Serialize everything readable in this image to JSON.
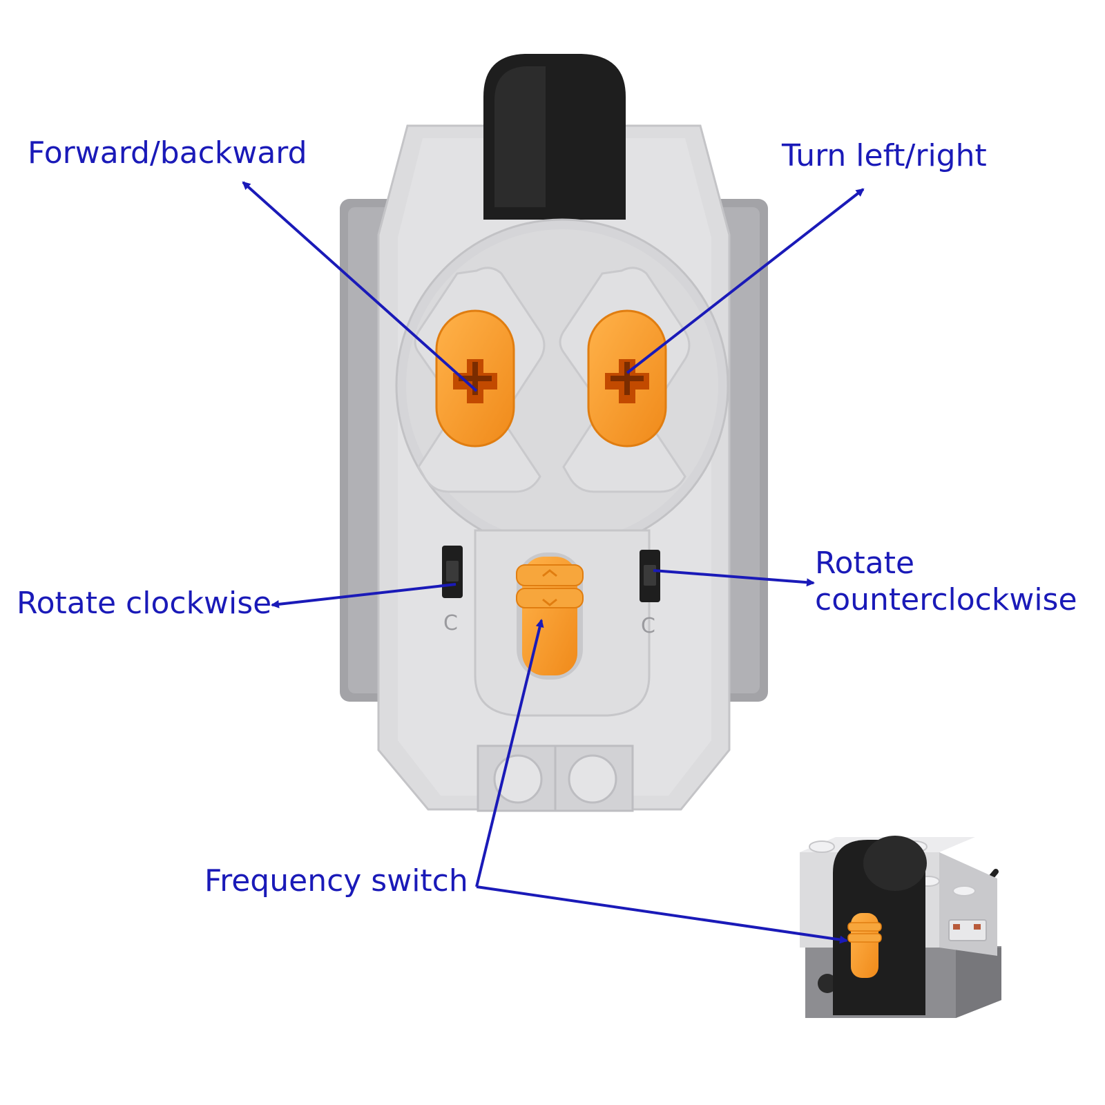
{
  "colors": {
    "label_text": "#1a1ab8",
    "arrow": "#1a1ab8",
    "body_light": "#d9d9db",
    "body_dark": "#a3a3a7",
    "antenna": "#1e1e1e",
    "orange": "#f59a2a",
    "orange_dark": "#c24a00"
  },
  "labels": {
    "forward_backward": "Forward/backward",
    "turn_left_right": "Turn left/right",
    "rotate_clockwise": "Rotate clockwise",
    "rotate_counterclockwise_line1": "Rotate",
    "rotate_counterclockwise_line2": "counterclockwise",
    "frequency_switch": "Frequency switch"
  },
  "icons": {
    "direction_left_glyph": "C",
    "direction_right_glyph": "C",
    "frequency_chevron_up": "^",
    "frequency_chevron_down": "v"
  }
}
